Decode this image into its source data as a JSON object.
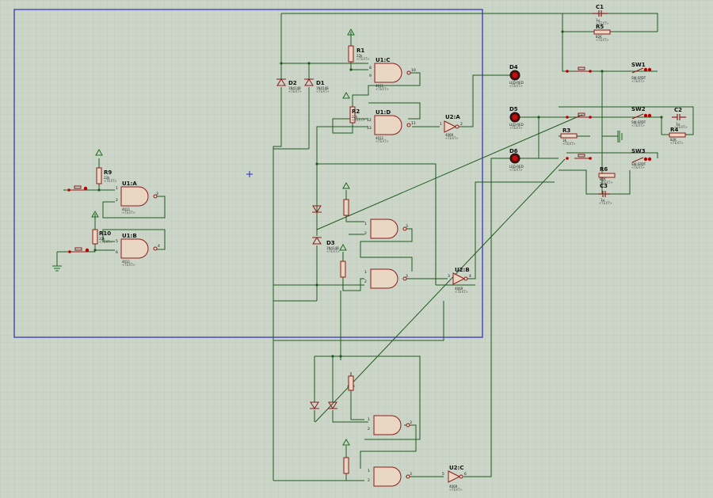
{
  "colors": {
    "background": "#ccd6c8",
    "grid": "#b7c2b3",
    "wire": "#1f5a1f",
    "component": "#8b1a1a",
    "body": "#e9d6c3",
    "sheet_border": "#2b2bbf",
    "terminal": "#c00000",
    "power": "#1a6a1a"
  },
  "text_placeholder": "<TEXT>",
  "components": {
    "C1": {
      "ref": "C1",
      "value": "1u"
    },
    "R5": {
      "ref": "R5",
      "value": "82K"
    },
    "SW1": {
      "ref": "SW1",
      "value": "SW-SPDT"
    },
    "SW2": {
      "ref": "SW2",
      "value": "SW-SPDT"
    },
    "SW3": {
      "ref": "SW3",
      "value": "SW-SPDT"
    },
    "C2": {
      "ref": "C2",
      "value": "1u"
    },
    "R4": {
      "ref": "R4",
      "value": "82K"
    },
    "R3": {
      "ref": "R3",
      "value": "1K"
    },
    "R6": {
      "ref": "R6",
      "value": "82K"
    },
    "C3": {
      "ref": "C3",
      "value": "1u"
    },
    "D4": {
      "ref": "D4",
      "value": "LED-RED"
    },
    "D5": {
      "ref": "D5",
      "value": "LED-RED"
    },
    "D6": {
      "ref": "D6",
      "value": "LED-RED"
    },
    "R1": {
      "ref": "R1",
      "value": "22k"
    },
    "R2": {
      "ref": "R2",
      "value": "22k"
    },
    "D2": {
      "ref": "D2",
      "value": "1N4148"
    },
    "D1": {
      "ref": "D1",
      "value": "1N4148"
    },
    "D3": {
      "ref": "D3",
      "value": "1N4148"
    },
    "U1C": {
      "ref": "U1:C",
      "value": "4011"
    },
    "U1D": {
      "ref": "U1:D",
      "value": "4011"
    },
    "U2A": {
      "ref": "U2:A",
      "value": "4069"
    },
    "U2B": {
      "ref": "U2:B",
      "value": "4069"
    },
    "U2C": {
      "ref": "U2:C",
      "value": "4069"
    },
    "U1A": {
      "ref": "U1:A",
      "value": "4011"
    },
    "U1B": {
      "ref": "U1:B",
      "value": "4011"
    },
    "R9": {
      "ref": "R9",
      "value": "22k"
    },
    "R10": {
      "ref": "R10",
      "value": "22k"
    }
  },
  "pins": {
    "u1c_in1": "8",
    "u1c_in2": "9",
    "u1c_out": "10",
    "u1d_in1": "12",
    "u1d_in2": "13",
    "u1d_out": "11",
    "u2a_in": "1",
    "u2a_out": "2",
    "u1a_in1": "1",
    "u1a_in2": "2",
    "u1a_out": "3",
    "u1b_in1": "5",
    "u1b_in2": "6",
    "u1b_out": "4",
    "mid_g1_in1": "1",
    "mid_g1_in2": "2",
    "mid_g1_out": "3",
    "mid_g2_in1": "1",
    "mid_g2_in2": "2",
    "mid_g2_out": "3",
    "u2b_in": "3",
    "u2b_out": "4",
    "bot_g1_in1": "1",
    "bot_g1_in2": "2",
    "bot_g1_out": "3",
    "bot_g2_in1": "1",
    "bot_g2_in2": "2",
    "bot_g2_out": "3",
    "u2c_in": "5",
    "u2c_out": "6"
  }
}
